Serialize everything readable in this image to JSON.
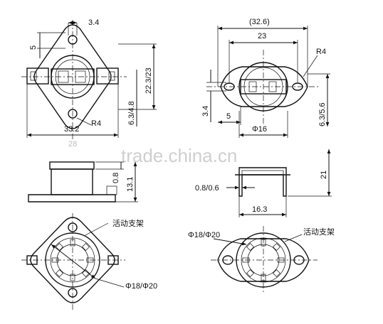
{
  "watermark": "trade.china.cn",
  "top_left": {
    "dim_width_top": "3.4",
    "dim_left": "5",
    "dim_height_right": "22.3/23",
    "dim_height_lower": "6.3/4.8",
    "dim_radius": "R4",
    "dim_width_bottom": "33.2"
  },
  "top_right": {
    "dim_overall": "(32.6)",
    "dim_inner": "23",
    "dim_radius": "R4",
    "dim_left_v": "3.4",
    "dim_bottom_small": "5",
    "dim_right_v": "6.3/5.6",
    "dim_diameter": "Φ16"
  },
  "mid_left": {
    "cut_label": "28",
    "dim_a": "0.8",
    "dim_b": "13.1"
  },
  "mid_right": {
    "dim_thickness": "0.8/0.6",
    "dim_height": "21",
    "dim_width": "16.3"
  },
  "bottom_left": {
    "label_bracket": "活动支架",
    "label_diameter": "Φ18/Φ20"
  },
  "bottom_right": {
    "label_diameter": "Φ18/Φ20",
    "label_bracket": "活动支架"
  }
}
